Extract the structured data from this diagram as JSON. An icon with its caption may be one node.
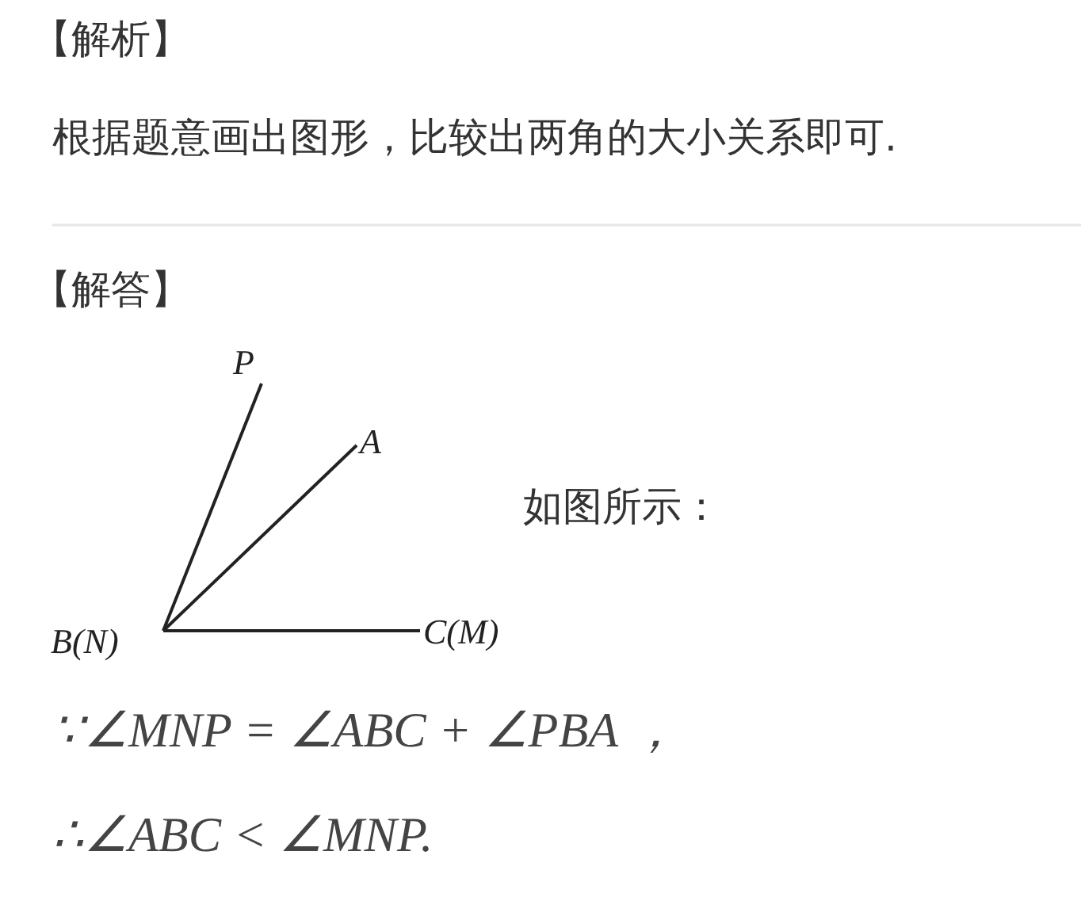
{
  "diagram": {
    "labels": [
      "【解析】",
      "根据题意画出图形，比较出两角的大小关系即可.",
      "【解答】",
      "P",
      "A",
      "B(N)",
      "C(M)",
      "如图所示：",
      "∵∠MNP = ∠ABC + ∠PBA ，",
      "∴∠ABC < ∠MNP."
    ]
  }
}
